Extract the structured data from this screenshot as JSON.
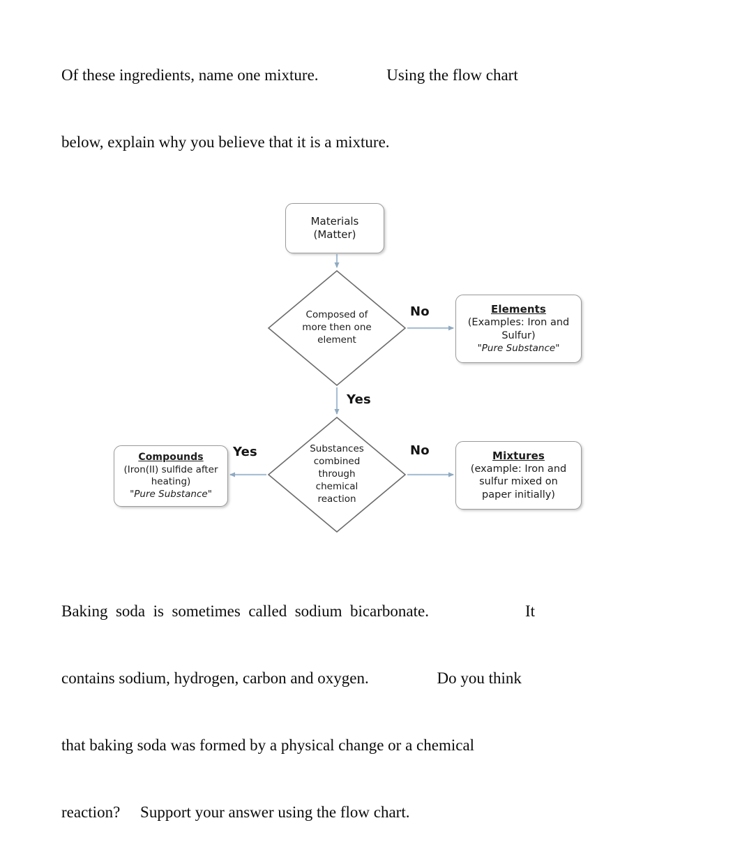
{
  "intro_paragraph": {
    "lines": [
      "Of these ingredients, name one mixture.                 Using the flow chart",
      "below, explain why you believe that it is a mixture."
    ]
  },
  "closing_paragraph": {
    "lines": [
      "Baking  soda  is  sometimes  called  sodium  bicarbonate.                        It",
      "contains sodium, hydrogen, carbon and oxygen.                 Do you think",
      "that baking soda was formed by a physical change or a chemical",
      "reaction?     Support your answer using the flow chart."
    ]
  },
  "flowchart": {
    "nodes": {
      "materials": {
        "line1": "Materials",
        "line2": "(Matter)"
      },
      "decision_composed": {
        "line1": "Composed of",
        "line2": "more then one",
        "line3": "element"
      },
      "elements": {
        "header": "Elements",
        "line1": "(Examples:  Iron and",
        "line2": "Sulfur)",
        "line3": "\"Pure Substance\""
      },
      "decision_combined": {
        "line1": "Substances",
        "line2": "combined",
        "line3": "through",
        "line4": "chemical",
        "line5": "reaction"
      },
      "compounds": {
        "header": "Compounds",
        "line1": "(Iron(II)  sulfide after",
        "line2": "heating)",
        "line3": "\"Pure Substance\""
      },
      "mixtures": {
        "header": "Mixtures",
        "line1": "(example:  Iron and",
        "line2": "sulfur mixed on",
        "line3": "paper initially)"
      }
    },
    "edge_labels": {
      "no_top": "No",
      "yes_middle": "Yes",
      "no_bottom": "No",
      "yes_bottom": "Yes"
    },
    "colors": {
      "arrow": "#a9c0d4",
      "box_border": "#9a9a9a",
      "diamond_border": "#6b6b6b",
      "text": "#1b1b1b"
    }
  }
}
